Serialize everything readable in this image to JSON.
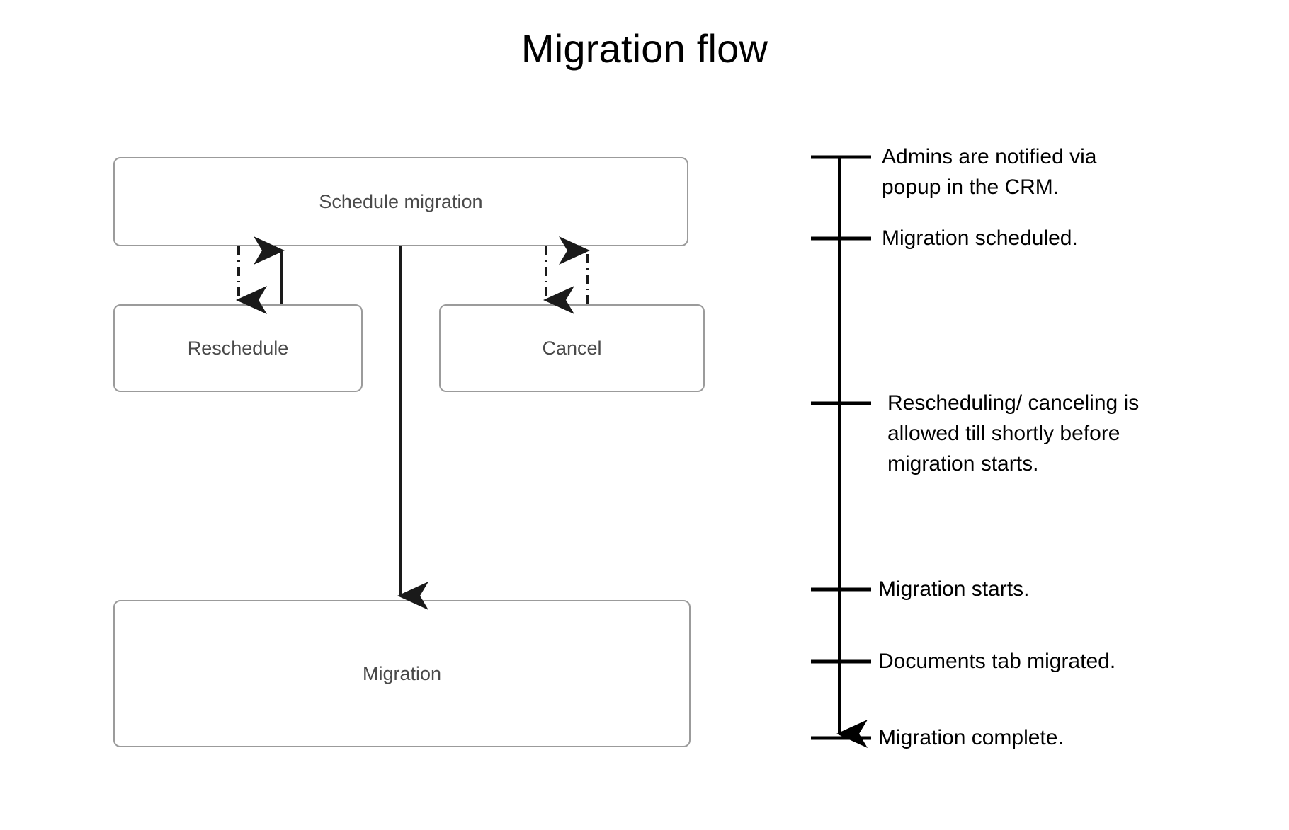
{
  "page": {
    "title": "Migration flow",
    "background_color": "#ffffff"
  },
  "colors": {
    "box_border": "#9b9b9b",
    "box_label_text": "#4a4a4a",
    "timeline_line": "#000000",
    "timeline_text": "#000000",
    "connector": "#1a1a1a"
  },
  "flow": {
    "nodes": [
      {
        "id": "schedule-migration",
        "label": "Schedule migration"
      },
      {
        "id": "reschedule",
        "label": "Reschedule"
      },
      {
        "id": "cancel",
        "label": "Cancel"
      },
      {
        "id": "migration",
        "label": "Migration"
      }
    ],
    "connectors": [
      {
        "id": "schedule-to-reschedule",
        "from": "schedule-migration",
        "to": "reschedule",
        "style": "dash-dot",
        "direction": "down",
        "arrowhead": "end"
      },
      {
        "id": "reschedule-to-schedule",
        "from": "reschedule",
        "to": "schedule-migration",
        "style": "solid",
        "direction": "up",
        "arrowhead": "end"
      },
      {
        "id": "schedule-to-cancel",
        "from": "schedule-migration",
        "to": "cancel",
        "style": "dash-dot",
        "direction": "down",
        "arrowhead": "end"
      },
      {
        "id": "cancel-to-schedule",
        "from": "cancel",
        "to": "schedule-migration",
        "style": "dash-dot",
        "direction": "up",
        "arrowhead": "end"
      },
      {
        "id": "schedule-to-migration",
        "from": "schedule-migration",
        "to": "migration",
        "style": "solid",
        "direction": "down",
        "arrowhead": "end"
      }
    ]
  },
  "timeline": {
    "axis": {
      "orientation": "vertical",
      "arrowhead": "end-bottom"
    },
    "events": [
      {
        "id": "admins-notified",
        "text": "Admins are notified via\npopup in the CRM."
      },
      {
        "id": "migration-scheduled",
        "text": "Migration scheduled."
      },
      {
        "id": "reschedule-cancel-window",
        "text": "Rescheduling/ canceling is\nallowed till shortly before\nmigration starts."
      },
      {
        "id": "migration-starts",
        "text": "Migration starts."
      },
      {
        "id": "documents-tab-migrated",
        "text": "Documents tab migrated."
      },
      {
        "id": "migration-complete",
        "text": "Migration complete."
      }
    ]
  }
}
